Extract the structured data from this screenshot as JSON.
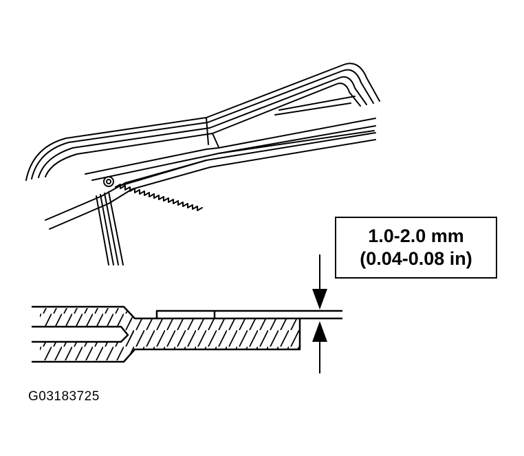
{
  "dimension": {
    "metric": "1.0-2.0 mm",
    "imperial": "(0.04-0.08 in)"
  },
  "figure_id": "G03183725",
  "colors": {
    "ink": "#000000",
    "background": "#ffffff"
  }
}
